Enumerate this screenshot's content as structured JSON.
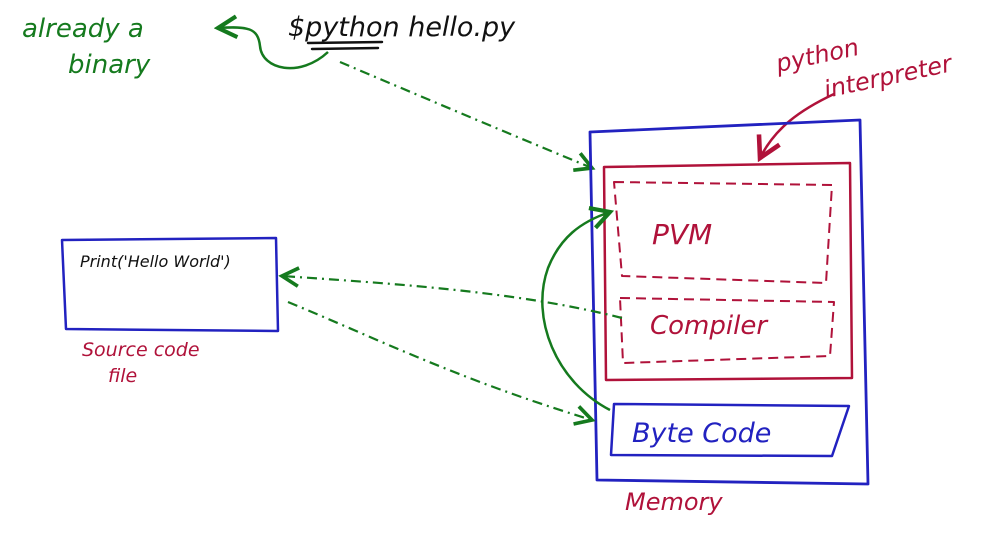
{
  "command": {
    "text": "$python hello.py"
  },
  "note": {
    "line1": "already a",
    "line2": "binary"
  },
  "interpreter_label": {
    "line1": "python",
    "line2": "interpreter"
  },
  "pvm_label": "PVM",
  "compiler_label": "Compiler",
  "bytecode_label": "Byte Code",
  "memory_label": "Memory",
  "source_code": "Print('Hello World')",
  "source_label": {
    "line1": "Source code",
    "line2": "file"
  },
  "colors": {
    "green": "#157a1e",
    "red": "#b0123a",
    "blue": "#2222c0",
    "ink": "#111111"
  }
}
